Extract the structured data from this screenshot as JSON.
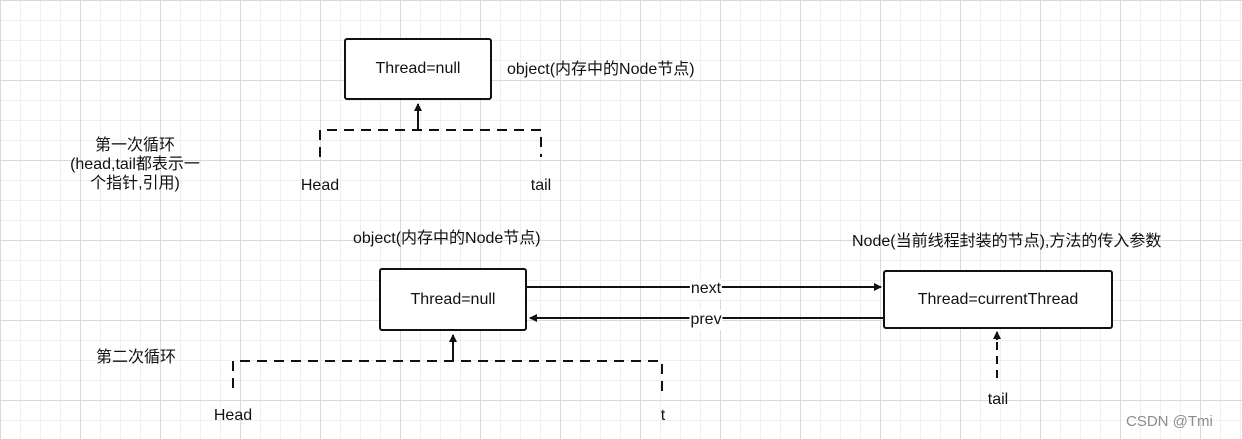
{
  "loop1": {
    "caption_line1": "第一次循环",
    "caption_line2": "(head,tail都表示一",
    "caption_line3": "个指针,引用)",
    "node_label": "Thread=null",
    "node_desc": "object(内存中的Node节点)",
    "head_label": "Head",
    "tail_label": "tail"
  },
  "loop2": {
    "caption": "第二次循环",
    "node_desc": "object(内存中的Node节点)",
    "node_label": "Thread=null",
    "new_node_desc": "Node(当前线程封装的节点),方法的传入参数",
    "new_node_label": "Thread=currentThread",
    "next_label": "next",
    "prev_label": "prev",
    "head_label": "Head",
    "t_label": "t",
    "tail_label": "tail"
  },
  "watermark": "CSDN @Tmi"
}
